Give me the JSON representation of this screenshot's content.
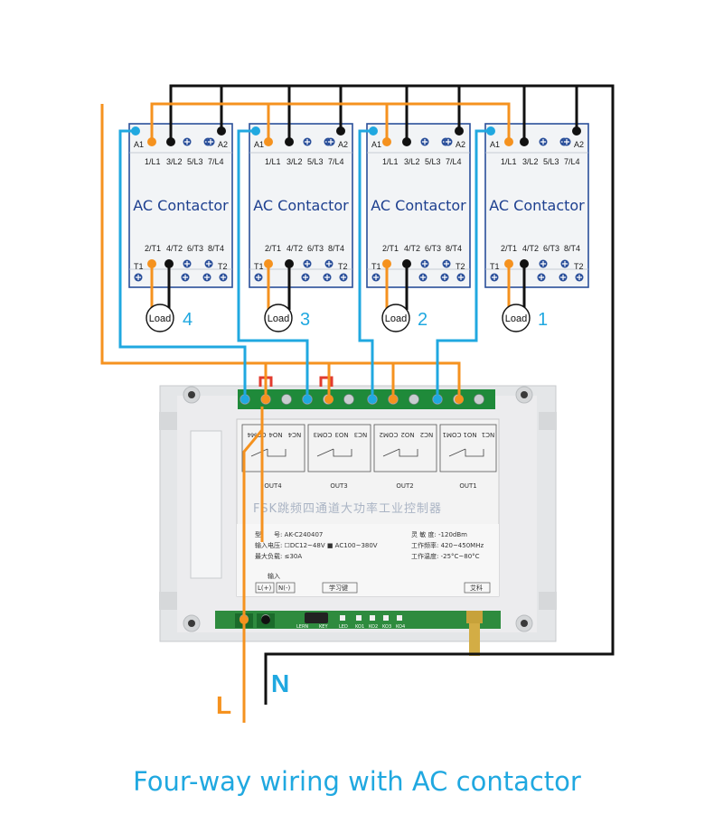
{
  "caption": "Four-way wiring with AC contactor",
  "colors": {
    "live": "#f5921f",
    "neutral": "#111111",
    "signal": "#20a8e0",
    "contactor_title": "#1d3f8f",
    "board": "#e6e8ea",
    "terminal": "#1f8a3a"
  },
  "contactor": {
    "title": "AC Contactor",
    "coil_labels": [
      "A1",
      "A2"
    ],
    "top_labels": [
      "1/L1",
      "3/L2",
      "5/L3",
      "7/L4"
    ],
    "bottom_labels": [
      "2/T1",
      "4/T2",
      "6/T3",
      "8/T4"
    ],
    "load_side_labels": [
      "T1",
      "T2"
    ]
  },
  "loads": [
    {
      "label": "Load",
      "number": "4"
    },
    {
      "label": "Load",
      "number": "3"
    },
    {
      "label": "Load",
      "number": "2"
    },
    {
      "label": "Load",
      "number": "1"
    }
  ],
  "controller": {
    "title": "FSK跳频四通道大功率工业控制器",
    "outputs": [
      "OUT4",
      "OUT3",
      "OUT2",
      "OUT1"
    ],
    "relay_labels": [
      "NC4",
      "NO4",
      "COM4",
      "NC3",
      "NO3",
      "COM3",
      "NC2",
      "NO2",
      "COM2",
      "NC1",
      "NO1",
      "COM1"
    ],
    "spec_model": "型　　号: AK-C240407",
    "spec_input": "输入电压: ☐DC12~48V ■ AC100~380V",
    "spec_load": "最大负载: ≤30A",
    "spec_sensitivity": "灵 敏 度: -120dBm",
    "spec_freq": "工作频率: 420~450MHz",
    "spec_temp": "工作温度: -25°C~80°C",
    "input_label": "输入",
    "input_l": "L(+)",
    "input_n": "N(-)",
    "learn_key": "学习键",
    "brand": "艾科",
    "bottom_labels": [
      "LERN",
      "KEY",
      "LED",
      "KO1",
      "KO2",
      "KO3",
      "KO4"
    ]
  },
  "supply": {
    "live_label": "L",
    "neutral_label": "N"
  }
}
